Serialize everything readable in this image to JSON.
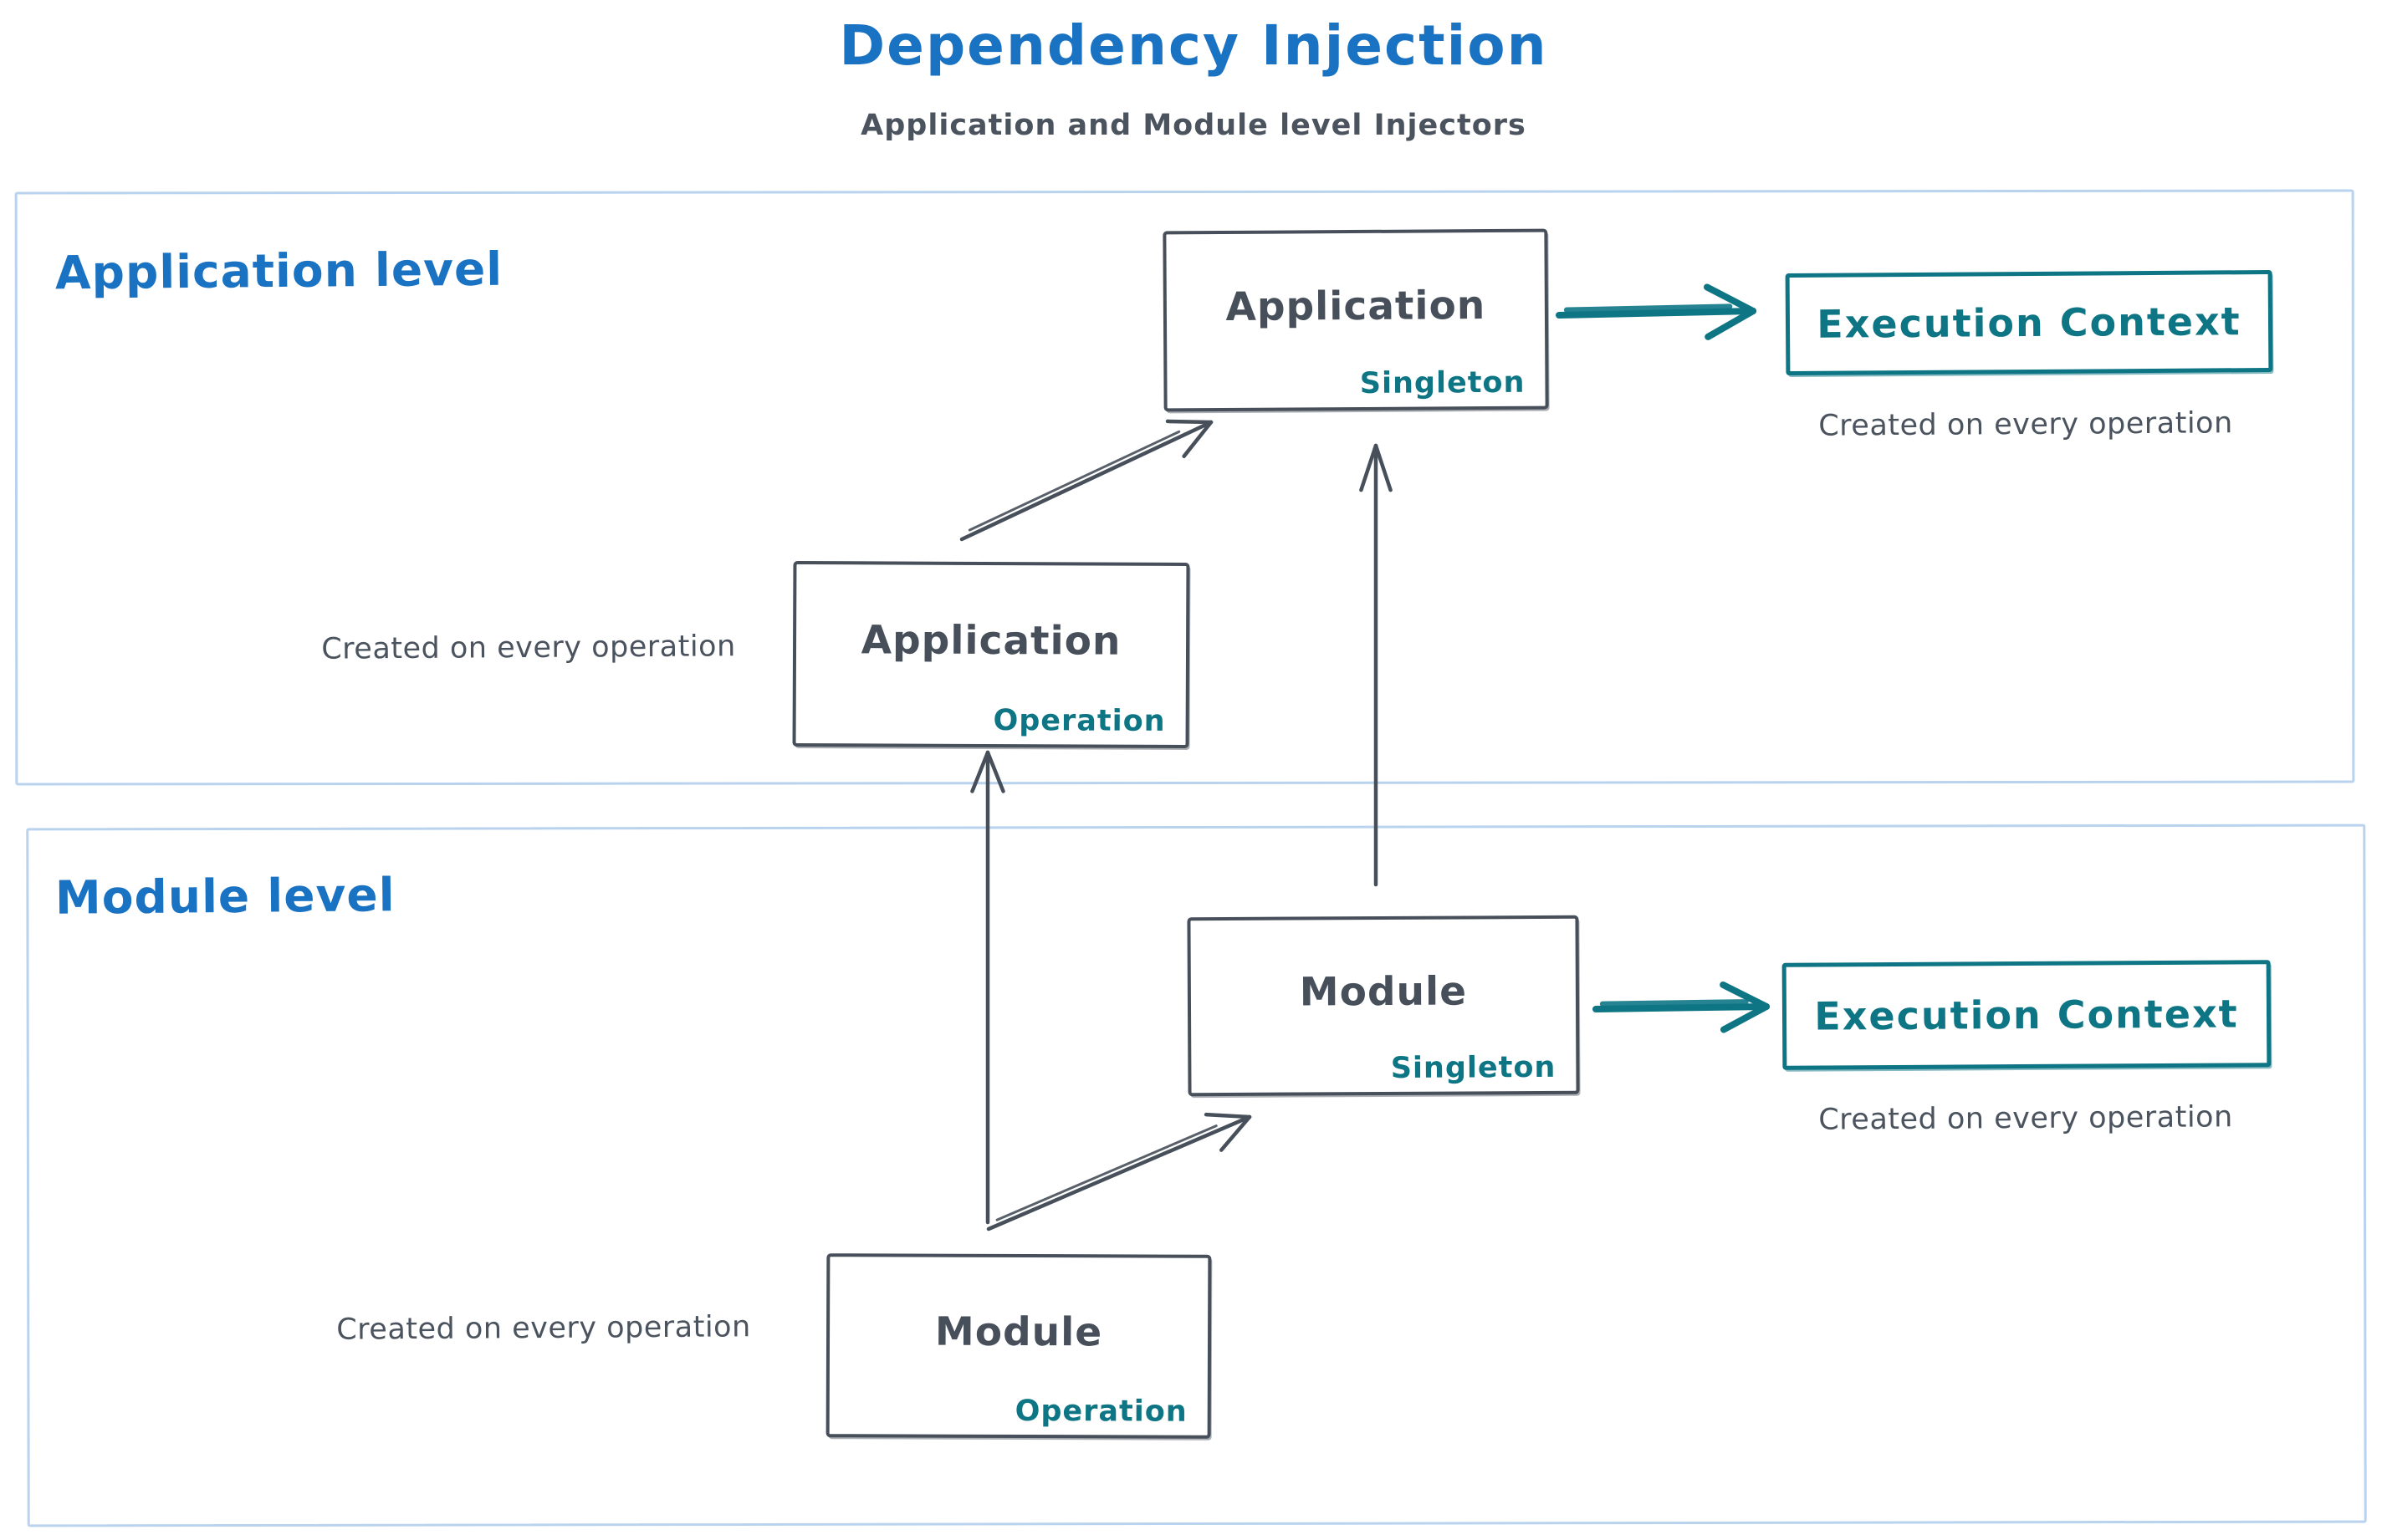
{
  "title": "Dependency Injection",
  "subtitle": "Application and Module level Injectors",
  "colors": {
    "heading_blue": "#1a72c2",
    "ink": "#474f5a",
    "teal": "#0e7585",
    "section_border": "#b9d3ee"
  },
  "sections": {
    "application": {
      "label": "Application level",
      "singleton_box": {
        "title": "Application",
        "scope": "Singleton"
      },
      "operation_box": {
        "title": "Application",
        "scope": "Operation"
      },
      "operation_note": "Created on every operation",
      "execution_context": {
        "label": "Execution Context",
        "note": "Created on every operation"
      }
    },
    "module": {
      "label": "Module level",
      "singleton_box": {
        "title": "Module",
        "scope": "Singleton"
      },
      "operation_box": {
        "title": "Module",
        "scope": "Operation"
      },
      "operation_note": "Created on every operation",
      "execution_context": {
        "label": "Execution Context",
        "note": "Created on every operation"
      }
    }
  }
}
